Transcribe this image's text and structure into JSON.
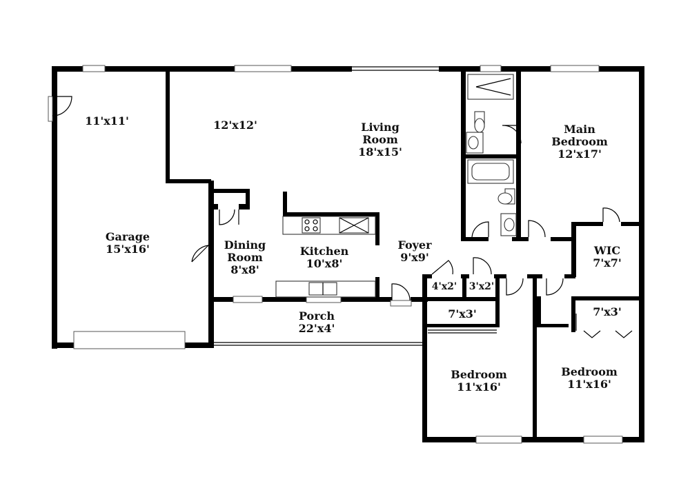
{
  "rooms": {
    "garage_entry": {
      "dim": "11'x11'"
    },
    "upper_left": {
      "dim": "12'x12'"
    },
    "living": {
      "name1": "Living",
      "name2": "Room",
      "dim": "18'x15'"
    },
    "main_bedroom": {
      "name1": "Main",
      "name2": "Bedroom",
      "dim": "12'x17'"
    },
    "garage": {
      "name": "Garage",
      "dim": "15'x16'"
    },
    "dining": {
      "name1": "Dining",
      "name2": "Room",
      "dim": "8'x8'"
    },
    "kitchen": {
      "name": "Kitchen",
      "dim": "10'x8'"
    },
    "foyer": {
      "name": "Foyer",
      "dim": "9'x9'"
    },
    "wic": {
      "name": "WIC",
      "dim": "7'x7'"
    },
    "closet_a": {
      "dim": "4'x2'"
    },
    "closet_b": {
      "dim": "3'x2'"
    },
    "porch": {
      "name": "Porch",
      "dim": "22'x4'"
    },
    "closet_c": {
      "dim": "7'x3'"
    },
    "closet_d": {
      "dim": "7'x3'"
    },
    "bedroom_1": {
      "name": "Bedroom",
      "dim": "11'x16'"
    },
    "bedroom_2": {
      "name": "Bedroom",
      "dim": "11'x16'"
    }
  }
}
